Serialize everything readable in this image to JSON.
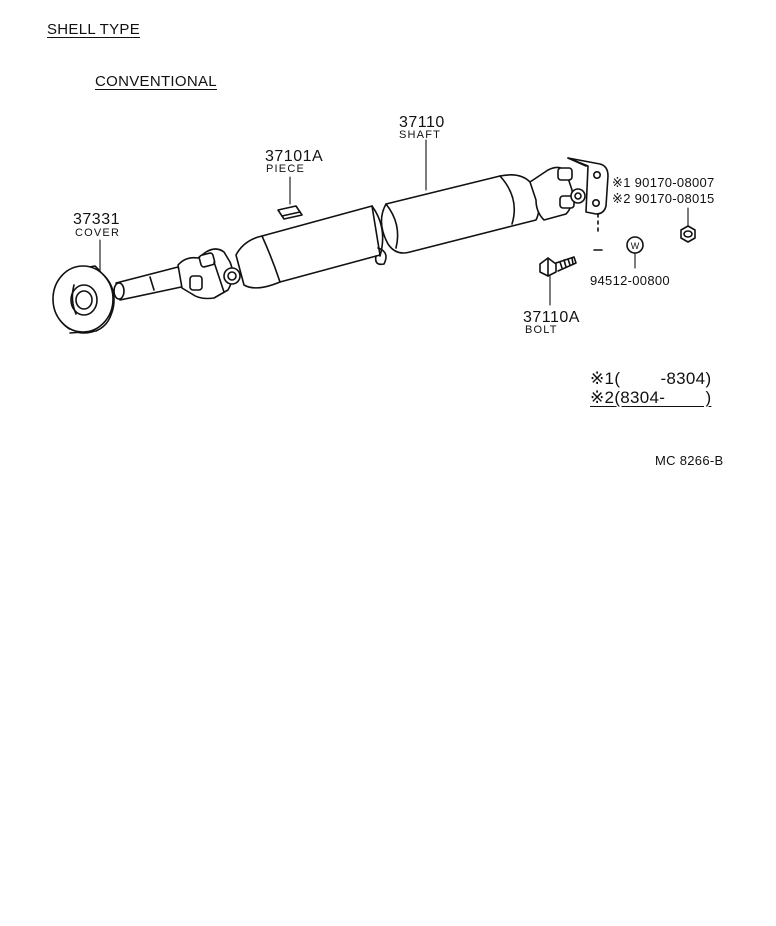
{
  "header": {
    "type_label": "SHELL TYPE",
    "variant_label": "CONVENTIONAL"
  },
  "parts": {
    "shaft": {
      "number": "37110",
      "name": "SHAFT"
    },
    "piece": {
      "number": "37101A",
      "name": "PIECE"
    },
    "cover": {
      "number": "37331",
      "name": "COVER"
    },
    "bolt": {
      "number": "37110A",
      "name": "BOLT"
    },
    "nut_1": {
      "marker": "※1",
      "number": "90170-08007"
    },
    "nut_2": {
      "marker": "※2",
      "number": "90170-08015"
    },
    "washer": {
      "symbol": "W",
      "number": "94512-00800"
    }
  },
  "notes": {
    "note_1": {
      "marker": "※1",
      "range": "(        -8304)"
    },
    "note_2": {
      "marker": "※2",
      "range": "(8304-        )"
    }
  },
  "diagram_ref": "MC 8266-B"
}
